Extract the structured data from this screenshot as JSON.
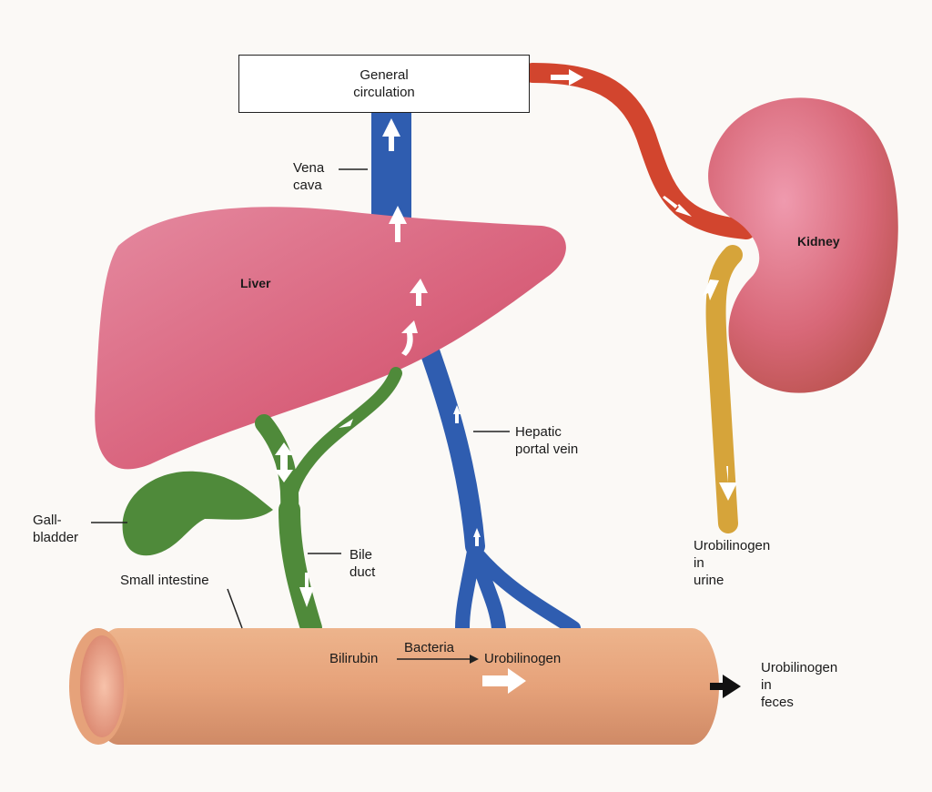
{
  "labels": {
    "general_circulation_1": "General",
    "general_circulation_2": "circulation",
    "vena_cava_1": "Vena",
    "vena_cava_2": "cava",
    "liver": "Liver",
    "kidney": "Kidney",
    "hepatic_portal_vein_1": "Hepatic",
    "hepatic_portal_vein_2": "portal vein",
    "gallbladder_1": "Gall-",
    "gallbladder_2": "bladder",
    "bile_duct_1": "Bile",
    "bile_duct_2": "duct",
    "small_intestine": "Small intestine",
    "bilirubin": "Bilirubin",
    "bacteria": "Bacteria",
    "urobilinogen": "Urobilinogen",
    "urine_1": "Urobilinogen",
    "urine_2": "in",
    "urine_3": "urine",
    "feces_1": "Urobilinogen",
    "feces_2": "in",
    "feces_3": "feces"
  },
  "colors": {
    "liver": "#d8607a",
    "kidney": "#d86878",
    "vein": "#2f5db0",
    "artery": "#d2452e",
    "bile": "#4f8a3a",
    "urine": "#d6a43a",
    "intestine": "#e2a07a",
    "arrow": "#ffffff"
  }
}
